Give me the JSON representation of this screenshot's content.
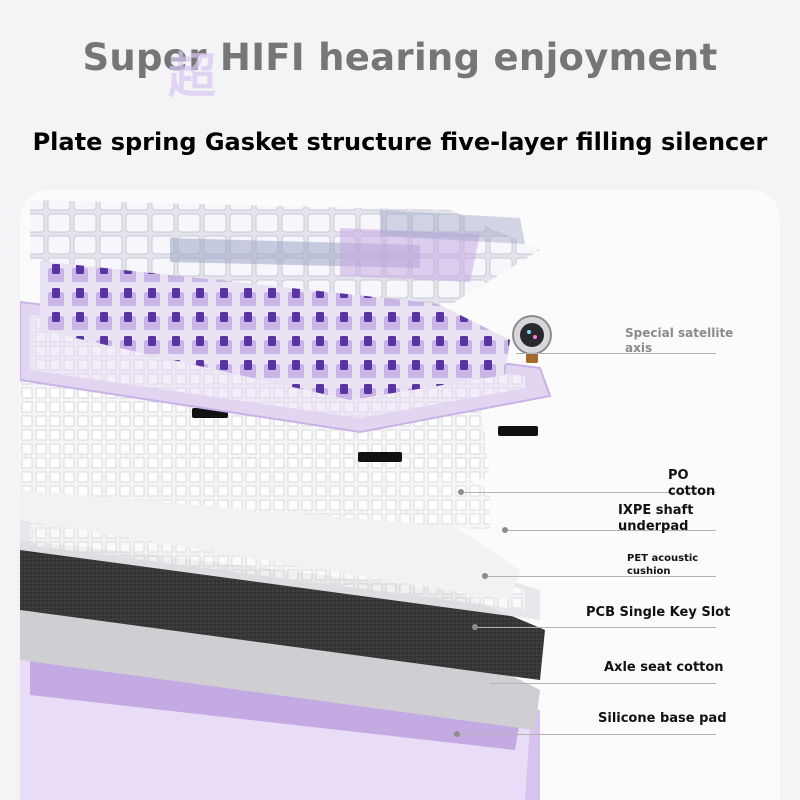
{
  "header": {
    "title": "Super HIFI hearing enjoyment",
    "glyph": "超",
    "subtitle": "Plate spring Gasket structure five-layer filling silencer"
  },
  "layers": [
    {
      "id": "satellite",
      "label": "Special satellite axis"
    },
    {
      "id": "po",
      "label": "PO cotton"
    },
    {
      "id": "ixpe",
      "label": "IXPE shaft underpad"
    },
    {
      "id": "pet",
      "label": "PET acoustic cushion"
    },
    {
      "id": "pcb",
      "label": "PCB Single Key Slot"
    },
    {
      "id": "axle",
      "label": "Axle seat cotton"
    },
    {
      "id": "silicone",
      "label": "Silicone base pad"
    }
  ],
  "colors": {
    "keycap_white": "#f1f1f6",
    "keycap_lavender": "#c6a9e3",
    "keycap_blue_grey": "#9ea6c7",
    "switch_purple": "#5b33a2",
    "frame_lilac": "#dccdf0",
    "foam_black": "#3a3a3a",
    "case_lilac": "#cdb6e6"
  }
}
